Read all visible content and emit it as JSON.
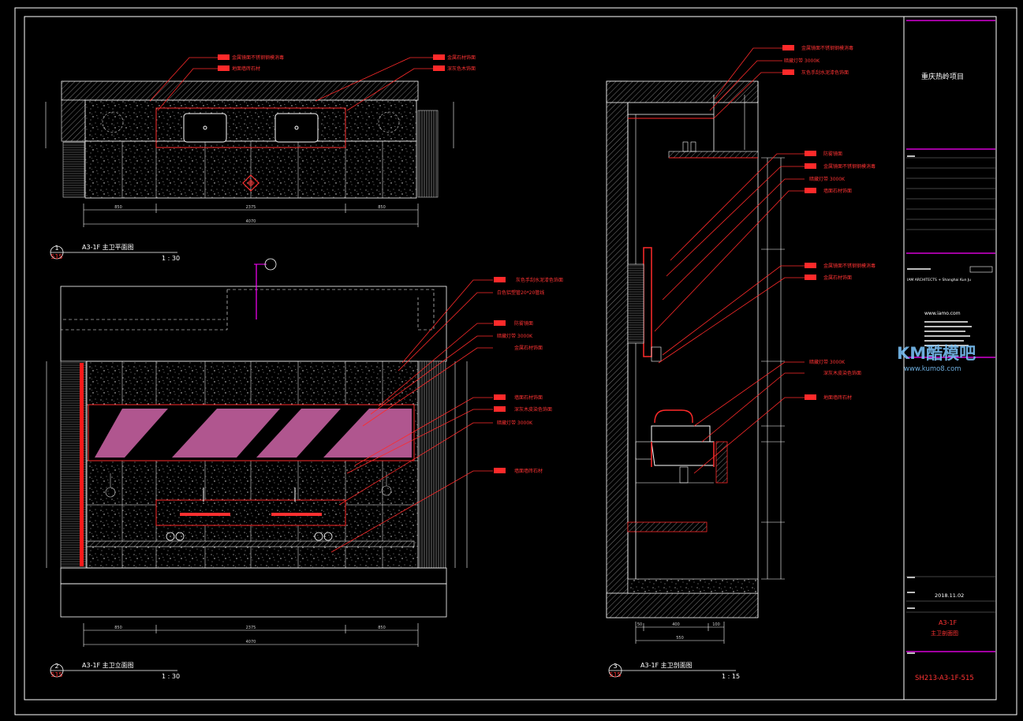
{
  "colors": {
    "background": "#000000",
    "line": "#ffffff",
    "leader": "#ff2a2a",
    "accent": "#ff00ff",
    "mirror": "#b0568f",
    "watermark": "#59b7ff"
  },
  "title_block": {
    "project_title": "重庆热岭项目",
    "date": "2018.11.02",
    "drawing_name_1": "A3-1F",
    "drawing_name_2": "主卫剖面图",
    "drawing_number": "SH213-A3-1F-515",
    "website": "www.iamo.com",
    "firm_en": "IAM ARCHITECTS + Shanghai Kun Ju"
  },
  "watermark": {
    "logo": "KM酷模吧",
    "url": "www.kumo8.com"
  },
  "view1": {
    "number": "1",
    "sheet": "515",
    "title": "A3-1F  主卫平面图",
    "scale": "1 : 30",
    "dims": [
      "850",
      "2375",
      "850"
    ],
    "total": "4070",
    "notes": [
      "金属镜面不锈钢钢模消毒",
      "地面墙砖石材",
      "金属石材饰面",
      "深灰色木饰面"
    ]
  },
  "view2": {
    "number": "2",
    "sheet": "515",
    "title": "A3-1F  主卫立面图",
    "scale": "1 : 30",
    "dims": [
      "850",
      "2375",
      "850"
    ],
    "total": "4070",
    "notes": [
      "灰色手刮水泥漆色饰面",
      "白色铝塑管20*20管线",
      "防雾镜面",
      "暗藏灯带 3000K",
      "金属石材饰面",
      "墙面石材饰面",
      "深灰木皮染色饰面",
      "暗藏灯带 3000K",
      "墙面墙砖石材"
    ]
  },
  "view3": {
    "number": "3",
    "sheet": "515",
    "title": "A3-1F  主卫剖面图",
    "scale": "1 : 15",
    "dims": [
      "50",
      "400",
      "100"
    ],
    "total": "550",
    "notes": [
      "金属镜面不锈钢钢模消毒",
      "暗藏灯带 3000K",
      "灰色手刮水泥漆色饰面",
      "防雾镜面",
      "金属镜面不锈钢钢模消毒",
      "暗藏灯带 3000K",
      "墙面石材饰面",
      "金属镜面不锈钢钢模消毒",
      "金属石材饰面",
      "暗藏灯带 3000K",
      "深灰木皮染色饰面",
      "地面墙砖石材"
    ]
  }
}
